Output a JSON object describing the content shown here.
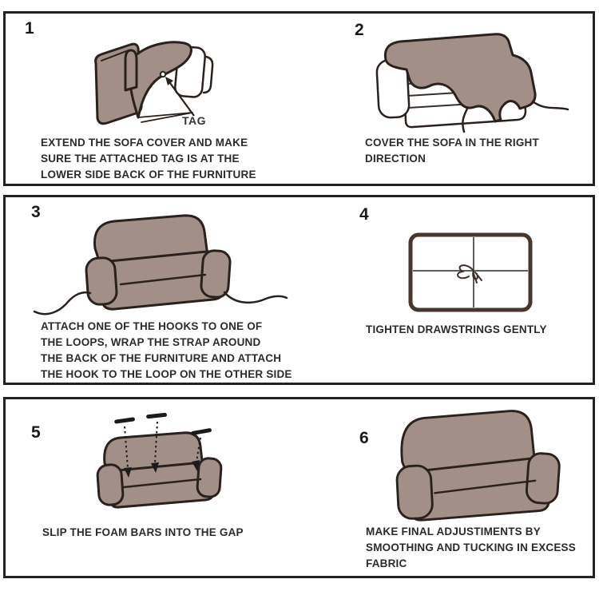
{
  "document": {
    "type": "sofa-cover-installation-instructions",
    "background": "#ffffff",
    "panel_border_color": "#222222"
  },
  "colors": {
    "cover_fill": "#a29088",
    "outline": "#2a211d",
    "text": "#2b2b2b",
    "foam_bar": "#1b1b1b",
    "drawstring_line": "#5e5e5e"
  },
  "steps": [
    {
      "number": "1",
      "illustration": "folded-sofa-cover-with-tag",
      "tag_label": "TAG",
      "caption_lines": [
        "EXTEND THE SOFA COVER AND MAKE",
        "SURE THE ATTACHED TAG IS AT THE",
        "LOWER SIDE BACK OF THE FURNITURE"
      ]
    },
    {
      "number": "2",
      "illustration": "sofa-half-covered",
      "caption_lines": [
        "COVER THE SOFA IN THE RIGHT",
        "DIRECTION"
      ]
    },
    {
      "number": "3",
      "illustration": "covered-sofa-with-straps",
      "caption_lines": [
        "ATTACH ONE OF THE HOOKS TO ONE OF",
        "THE LOOPS, WRAP THE STRAP AROUND",
        "THE BACK OF THE FURNITURE AND ATTACH",
        "THE HOOK TO THE LOOP ON THE OTHER SIDE"
      ]
    },
    {
      "number": "4",
      "illustration": "sofa-underside-drawstrings-bow",
      "caption_lines": [
        "TIGHTEN DRAWSTRINGS GENTLY"
      ]
    },
    {
      "number": "5",
      "illustration": "covered-sofa-foam-bars",
      "caption_lines": [
        "SLIP THE FOAM BARS INTO THE GAP"
      ]
    },
    {
      "number": "6",
      "illustration": "covered-sofa-finished",
      "caption_lines": [
        "MAKE FINAL ADJUSTIMENTS BY",
        "SMOOTHING AND TUCKING IN EXCESS",
        "FABRIC"
      ]
    }
  ]
}
